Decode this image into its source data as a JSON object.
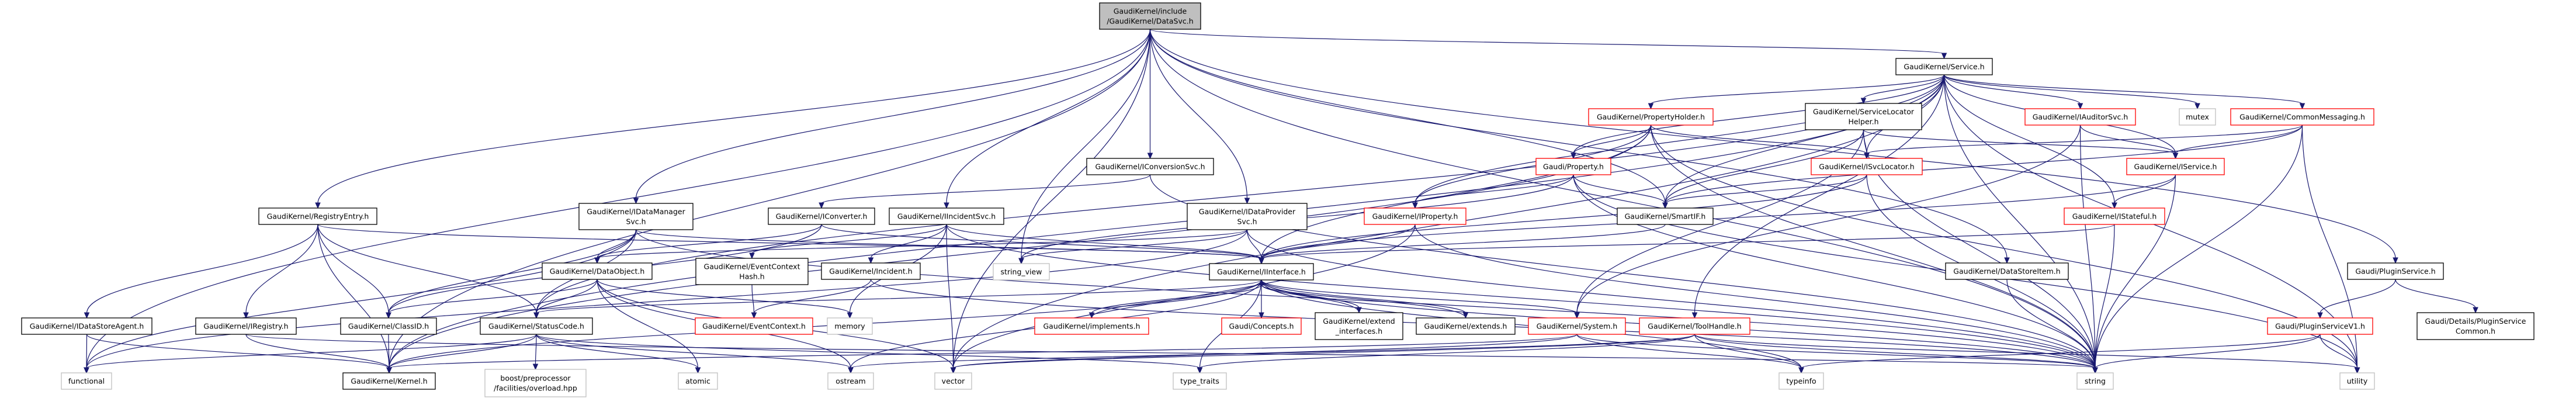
{
  "diagram": {
    "title": "GaudiKernel/include/GaudiKernel/DataSvc.h include dependency graph",
    "colors": {
      "edge": "#191970",
      "root_fill": "#bfbfbf",
      "missing_border": "#ff0000",
      "system_border": "#bfbfbf"
    },
    "nodes": [
      {
        "id": "root",
        "lines": [
          "GaudiKernel/include",
          "/GaudiKernel/DataSvc.h"
        ],
        "kind": "root"
      },
      {
        "id": "service",
        "lines": [
          "GaudiKernel/Service.h"
        ],
        "kind": "normal"
      },
      {
        "id": "propholder",
        "lines": [
          "GaudiKernel/PropertyHolder.h"
        ],
        "kind": "red"
      },
      {
        "id": "svclochelper",
        "lines": [
          "GaudiKernel/ServiceLocator",
          "Helper.h"
        ],
        "kind": "normal"
      },
      {
        "id": "iauditorsvc",
        "lines": [
          "GaudiKernel/IAuditorSvc.h"
        ],
        "kind": "red"
      },
      {
        "id": "mutex",
        "lines": [
          "mutex"
        ],
        "kind": "sys"
      },
      {
        "id": "commonmsg",
        "lines": [
          "GaudiKernel/CommonMessaging.h"
        ],
        "kind": "red"
      },
      {
        "id": "iconversionsvc",
        "lines": [
          "GaudiKernel/IConversionSvc.h"
        ],
        "kind": "normal"
      },
      {
        "id": "property",
        "lines": [
          "Gaudi/Property.h"
        ],
        "kind": "red"
      },
      {
        "id": "isvclocator",
        "lines": [
          "GaudiKernel/ISvcLocator.h"
        ],
        "kind": "red"
      },
      {
        "id": "iservice",
        "lines": [
          "GaudiKernel/IService.h"
        ],
        "kind": "red"
      },
      {
        "id": "registryentry",
        "lines": [
          "GaudiKernel/RegistryEntry.h"
        ],
        "kind": "normal"
      },
      {
        "id": "idatamanagersvc",
        "lines": [
          "GaudiKernel/IDataManager",
          "Svc.h"
        ],
        "kind": "normal"
      },
      {
        "id": "iconverter",
        "lines": [
          "GaudiKernel/IConverter.h"
        ],
        "kind": "normal"
      },
      {
        "id": "iincidentsvc",
        "lines": [
          "GaudiKernel/IIncidentSvc.h"
        ],
        "kind": "normal"
      },
      {
        "id": "idataprovidersvc",
        "lines": [
          "GaudiKernel/IDataProvider",
          "Svc.h"
        ],
        "kind": "normal"
      },
      {
        "id": "iproperty",
        "lines": [
          "GaudiKernel/IProperty.h"
        ],
        "kind": "red"
      },
      {
        "id": "smartif",
        "lines": [
          "GaudiKernel/SmartIF.h"
        ],
        "kind": "normal"
      },
      {
        "id": "istateful",
        "lines": [
          "GaudiKernel/IStateful.h"
        ],
        "kind": "red"
      },
      {
        "id": "dataobject",
        "lines": [
          "GaudiKernel/DataObject.h"
        ],
        "kind": "normal"
      },
      {
        "id": "eventcontexthash",
        "lines": [
          "GaudiKernel/EventContext",
          "Hash.h"
        ],
        "kind": "normal"
      },
      {
        "id": "incident",
        "lines": [
          "GaudiKernel/Incident.h"
        ],
        "kind": "normal"
      },
      {
        "id": "string_view",
        "lines": [
          "string_view"
        ],
        "kind": "sys"
      },
      {
        "id": "iinterface",
        "lines": [
          "GaudiKernel/IInterface.h"
        ],
        "kind": "normal"
      },
      {
        "id": "datastoreitem",
        "lines": [
          "GaudiKernel/DataStoreItem.h"
        ],
        "kind": "normal"
      },
      {
        "id": "pluginservice",
        "lines": [
          "Gaudi/PluginService.h"
        ],
        "kind": "normal"
      },
      {
        "id": "idatastoreagent",
        "lines": [
          "GaudiKernel/IDataStoreAgent.h"
        ],
        "kind": "normal"
      },
      {
        "id": "iregistry",
        "lines": [
          "GaudiKernel/IRegistry.h"
        ],
        "kind": "normal"
      },
      {
        "id": "classid",
        "lines": [
          "GaudiKernel/ClassID.h"
        ],
        "kind": "normal"
      },
      {
        "id": "statuscode",
        "lines": [
          "GaudiKernel/StatusCode.h"
        ],
        "kind": "normal"
      },
      {
        "id": "eventcontext",
        "lines": [
          "GaudiKernel/EventContext.h"
        ],
        "kind": "red"
      },
      {
        "id": "memory",
        "lines": [
          "memory"
        ],
        "kind": "sys"
      },
      {
        "id": "implements",
        "lines": [
          "GaudiKernel/implements.h"
        ],
        "kind": "red"
      },
      {
        "id": "concepts",
        "lines": [
          "Gaudi/Concepts.h"
        ],
        "kind": "red"
      },
      {
        "id": "extend_interfaces",
        "lines": [
          "GaudiKernel/extend",
          "_interfaces.h"
        ],
        "kind": "normal"
      },
      {
        "id": "extends",
        "lines": [
          "GaudiKernel/extends.h"
        ],
        "kind": "normal"
      },
      {
        "id": "system",
        "lines": [
          "GaudiKernel/System.h"
        ],
        "kind": "red"
      },
      {
        "id": "toolhandle",
        "lines": [
          "GaudiKernel/ToolHandle.h"
        ],
        "kind": "red"
      },
      {
        "id": "pluginservicev1",
        "lines": [
          "Gaudi/PluginServiceV1.h"
        ],
        "kind": "red"
      },
      {
        "id": "pscommon",
        "lines": [
          "Gaudi/Details/PluginService",
          "Common.h"
        ],
        "kind": "normal"
      },
      {
        "id": "functional",
        "lines": [
          "functional"
        ],
        "kind": "sys"
      },
      {
        "id": "kernel",
        "lines": [
          "GaudiKernel/Kernel.h"
        ],
        "kind": "normal"
      },
      {
        "id": "boost_overload",
        "lines": [
          "boost/preprocessor",
          "/facilities/overload.hpp"
        ],
        "kind": "sys"
      },
      {
        "id": "atomic",
        "lines": [
          "atomic"
        ],
        "kind": "sys"
      },
      {
        "id": "ostream",
        "lines": [
          "ostream"
        ],
        "kind": "sys"
      },
      {
        "id": "vector",
        "lines": [
          "vector"
        ],
        "kind": "sys"
      },
      {
        "id": "type_traits",
        "lines": [
          "type_traits"
        ],
        "kind": "sys"
      },
      {
        "id": "typeinfo",
        "lines": [
          "typeinfo"
        ],
        "kind": "sys"
      },
      {
        "id": "string",
        "lines": [
          "string"
        ],
        "kind": "sys"
      },
      {
        "id": "utility",
        "lines": [
          "utility"
        ],
        "kind": "sys"
      }
    ],
    "edges": [
      [
        "root",
        "service"
      ],
      [
        "root",
        "registryentry"
      ],
      [
        "root",
        "idatamanagersvc"
      ],
      [
        "root",
        "iconversionsvc"
      ],
      [
        "root",
        "iincidentsvc"
      ],
      [
        "root",
        "idataprovidersvc"
      ],
      [
        "root",
        "smartif"
      ],
      [
        "root",
        "string_view"
      ],
      [
        "root",
        "datastoreitem"
      ],
      [
        "root",
        "pluginservice"
      ],
      [
        "root",
        "functional"
      ],
      [
        "root",
        "kernel"
      ],
      [
        "root",
        "vector"
      ],
      [
        "root",
        "string"
      ],
      [
        "service",
        "propholder"
      ],
      [
        "service",
        "svclochelper"
      ],
      [
        "service",
        "iauditorsvc"
      ],
      [
        "service",
        "mutex"
      ],
      [
        "service",
        "commonmsg"
      ],
      [
        "service",
        "property"
      ],
      [
        "service",
        "isvclocator"
      ],
      [
        "service",
        "iservice"
      ],
      [
        "service",
        "iproperty"
      ],
      [
        "service",
        "smartif"
      ],
      [
        "service",
        "istateful"
      ],
      [
        "service",
        "statuscode"
      ],
      [
        "service",
        "toolhandle"
      ],
      [
        "service",
        "kernel"
      ],
      [
        "service",
        "string"
      ],
      [
        "service",
        "vector"
      ],
      [
        "service",
        "utility"
      ],
      [
        "propholder",
        "property"
      ],
      [
        "propholder",
        "iproperty"
      ],
      [
        "propholder",
        "isvclocator"
      ],
      [
        "propholder",
        "iinterface"
      ],
      [
        "propholder",
        "kernel"
      ],
      [
        "propholder",
        "string"
      ],
      [
        "propholder",
        "utility"
      ],
      [
        "svclochelper",
        "isvclocator"
      ],
      [
        "svclochelper",
        "smartif"
      ],
      [
        "svclochelper",
        "iservice"
      ],
      [
        "svclochelper",
        "string"
      ],
      [
        "svclochelper",
        "system"
      ],
      [
        "iauditorsvc",
        "iservice"
      ],
      [
        "iauditorsvc",
        "string"
      ],
      [
        "iauditorsvc",
        "system"
      ],
      [
        "commonmsg",
        "isvclocator"
      ],
      [
        "commonmsg",
        "iservice"
      ],
      [
        "commonmsg",
        "smartif"
      ],
      [
        "commonmsg",
        "utility"
      ],
      [
        "commonmsg",
        "string"
      ],
      [
        "iconversionsvc",
        "iconverter"
      ],
      [
        "iconversionsvc",
        "string"
      ],
      [
        "property",
        "iproperty"
      ],
      [
        "property",
        "smartif"
      ],
      [
        "property",
        "string_view"
      ],
      [
        "property",
        "string"
      ],
      [
        "property",
        "utility"
      ],
      [
        "isvclocator",
        "smartif"
      ],
      [
        "isvclocator",
        "iinterface"
      ],
      [
        "isvclocator",
        "string"
      ],
      [
        "iservice",
        "istateful"
      ],
      [
        "iservice",
        "iinterface"
      ],
      [
        "iservice",
        "string"
      ],
      [
        "registryentry",
        "iregistry"
      ],
      [
        "registryentry",
        "statuscode"
      ],
      [
        "registryentry",
        "kernel"
      ],
      [
        "registryentry",
        "classid"
      ],
      [
        "registryentry",
        "iinterface"
      ],
      [
        "registryentry",
        "idatastoreagent"
      ],
      [
        "idatamanagersvc",
        "dataobject"
      ],
      [
        "idatamanagersvc",
        "iinterface"
      ],
      [
        "idatamanagersvc",
        "classid"
      ],
      [
        "idatamanagersvc",
        "statuscode"
      ],
      [
        "idatamanagersvc",
        "string"
      ],
      [
        "idatamanagersvc",
        "functional"
      ],
      [
        "iconverter",
        "classid"
      ],
      [
        "iconverter",
        "iinterface"
      ],
      [
        "iconverter",
        "dataobject"
      ],
      [
        "iincidentsvc",
        "incident"
      ],
      [
        "iincidentsvc",
        "eventcontexthash"
      ],
      [
        "iincidentsvc",
        "iinterface"
      ],
      [
        "iincidentsvc",
        "memory"
      ],
      [
        "iincidentsvc",
        "string"
      ],
      [
        "iincidentsvc",
        "vector"
      ],
      [
        "idataprovidersvc",
        "iinterface"
      ],
      [
        "idataprovidersvc",
        "dataobject"
      ],
      [
        "idataprovidersvc",
        "string_view"
      ],
      [
        "idataprovidersvc",
        "string"
      ],
      [
        "idataprovidersvc",
        "functional"
      ],
      [
        "iproperty",
        "iinterface"
      ],
      [
        "iproperty",
        "string"
      ],
      [
        "iproperty",
        "vector"
      ],
      [
        "smartif",
        "iinterface"
      ],
      [
        "istateful",
        "iinterface"
      ],
      [
        "istateful",
        "string"
      ],
      [
        "dataobject",
        "classid"
      ],
      [
        "dataobject",
        "statuscode"
      ],
      [
        "dataobject",
        "atomic"
      ],
      [
        "dataobject",
        "memory"
      ],
      [
        "dataobject",
        "ostream"
      ],
      [
        "dataobject",
        "vector"
      ],
      [
        "eventcontexthash",
        "eventcontext"
      ],
      [
        "incident",
        "eventcontext"
      ],
      [
        "incident",
        "string"
      ],
      [
        "iinterface",
        "implements"
      ],
      [
        "iinterface",
        "concepts"
      ],
      [
        "iinterface",
        "extend_interfaces"
      ],
      [
        "iinterface",
        "extends"
      ],
      [
        "iinterface",
        "system"
      ],
      [
        "iinterface",
        "statuscode"
      ],
      [
        "iinterface",
        "kernel"
      ],
      [
        "iinterface",
        "ostream"
      ],
      [
        "iinterface",
        "type_traits"
      ],
      [
        "iinterface",
        "typeinfo"
      ],
      [
        "iinterface",
        "string"
      ],
      [
        "datastoreitem",
        "string"
      ],
      [
        "pluginservice",
        "pluginservicev1"
      ],
      [
        "pluginservice",
        "pscommon"
      ],
      [
        "idatastoreagent",
        "functional"
      ],
      [
        "idatastoreagent",
        "kernel"
      ],
      [
        "iregistry",
        "kernel"
      ],
      [
        "iregistry",
        "string"
      ],
      [
        "classid",
        "kernel"
      ],
      [
        "statuscode",
        "boost_overload"
      ],
      [
        "statuscode",
        "kernel"
      ],
      [
        "statuscode",
        "functional"
      ],
      [
        "statuscode",
        "ostream"
      ],
      [
        "statuscode",
        "type_traits"
      ],
      [
        "statuscode",
        "atomic"
      ],
      [
        "implements",
        "iinterface"
      ],
      [
        "extend_interfaces",
        "iinterface"
      ],
      [
        "extends",
        "iinterface"
      ],
      [
        "system",
        "kernel"
      ],
      [
        "system",
        "string"
      ],
      [
        "system",
        "typeinfo"
      ],
      [
        "system",
        "vector"
      ],
      [
        "toolhandle",
        "vector"
      ],
      [
        "toolhandle",
        "string"
      ],
      [
        "toolhandle",
        "typeinfo"
      ],
      [
        "toolhandle",
        "type_traits"
      ],
      [
        "toolhandle",
        "ostream"
      ],
      [
        "toolhandle",
        "utility"
      ],
      [
        "pluginservicev1",
        "utility"
      ],
      [
        "pluginservicev1",
        "string"
      ],
      [
        "pluginservicev1",
        "typeinfo"
      ]
    ]
  }
}
